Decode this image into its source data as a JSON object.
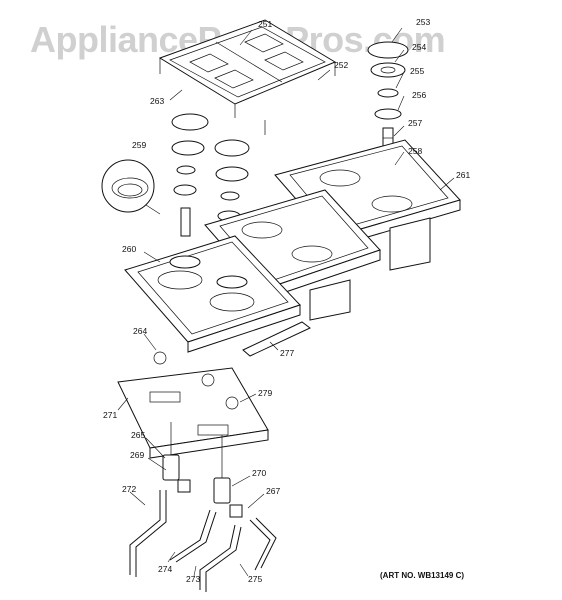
{
  "watermark": "AppliancePartsPros.com",
  "art_number": "(ART NO. WB13149 C)",
  "callouts": {
    "c251": "251",
    "c252": "252",
    "c253": "253",
    "c254": "254",
    "c255": "255",
    "c256": "256",
    "c257": "257",
    "c258": "258",
    "c259": "259",
    "c260": "260",
    "c261": "261",
    "c263": "263",
    "c264": "264",
    "c265": "265",
    "c267": "267",
    "c269": "269",
    "c270": "270",
    "c271": "271",
    "c272": "272",
    "c273": "273",
    "c274": "274",
    "c275": "275",
    "c277": "277",
    "c279": "279"
  }
}
